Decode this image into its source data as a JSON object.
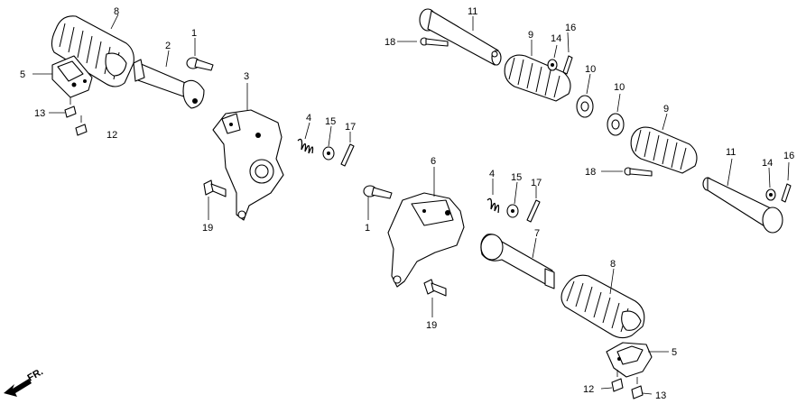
{
  "labels": {
    "p8a": "8",
    "p2": "2",
    "p1a": "1",
    "p3": "3",
    "p5a": "5",
    "p13a": "13",
    "p12a": "12",
    "p4a": "4",
    "p15a": "15",
    "p17a": "17",
    "p19a": "19",
    "p11a": "11",
    "p18a": "18",
    "p9a": "9",
    "p14a": "14",
    "p16a": "16",
    "p10a": "10",
    "p10b": "10",
    "p9b": "9",
    "p11b": "11",
    "p18b": "18",
    "p14b": "14",
    "p16b": "16",
    "p6": "6",
    "p4b": "4",
    "p15b": "15",
    "p17b": "17",
    "p1b": "1",
    "p7": "7",
    "p8b": "8",
    "p19b": "19",
    "p5b": "5",
    "p12b": "12",
    "p13b": "13"
  },
  "front_marker": "FR."
}
